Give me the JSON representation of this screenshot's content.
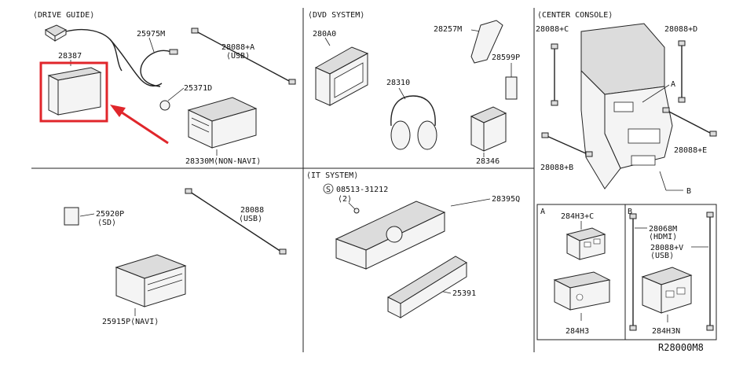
{
  "sections": {
    "drive_guide": "⟨DRIVE GUIDE⟩",
    "dvd_system": "⟨DVD SYSTEM⟩",
    "center_console": "⟨CENTER CONSOLE⟩",
    "it_system": "⟨IT SYSTEM⟩"
  },
  "parts": {
    "p28387": "28387",
    "p25975m": "25975M",
    "p28088a": "28088+A",
    "p28088a_sub": "⟨USB⟩",
    "p25371d": "25371D",
    "p28330m": "28330M⟨NON-NAVI⟩",
    "p280a0": "280A0",
    "p28257m": "28257M",
    "p28599p": "28599P",
    "p28310": "28310",
    "p28346": "28346",
    "p28088c": "28088+C",
    "p28088d": "28088+D",
    "p28088e": "28088+E",
    "p28088b": "28088+B",
    "p25920p": "25920P",
    "p25920p_sub": "⟨SD⟩",
    "p28088": "28088",
    "p28088_sub": "⟨USB⟩",
    "p25915p": "25915P⟨NAVI⟩",
    "p08513": "08513-31212",
    "p08513_qty": "⟨2⟩",
    "p08513_s": "S",
    "p28395q": "28395Q",
    "p25391": "25391",
    "p284h3c": "284H3+C",
    "p284h3": "284H3",
    "p28068m": "28068M",
    "p28068m_sub": "⟨HDMI⟩",
    "p28088v": "28088+V",
    "p28088v_sub": "⟨USB⟩",
    "p284h3n": "284H3N"
  },
  "callouts": {
    "a": "A",
    "b": "B",
    "box_a": "A",
    "box_b": "B"
  },
  "reference_code": "R28000M8",
  "colors": {
    "highlight": "#e0262b",
    "line": "#222222",
    "background": "#ffffff"
  }
}
